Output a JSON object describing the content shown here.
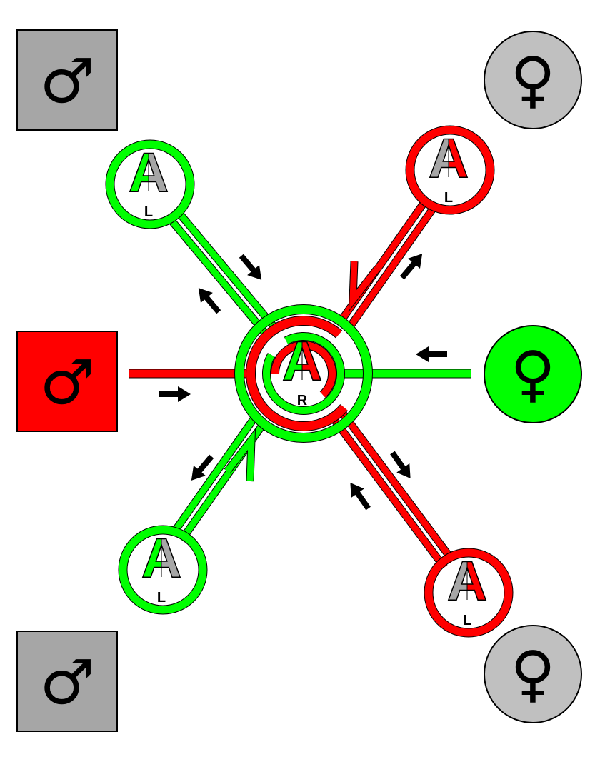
{
  "colors": {
    "green": "#00ff00",
    "red": "#ff0000",
    "gray": "#a6a6a6",
    "light_gray": "#c0c0c0",
    "outline": "#000000"
  },
  "symbols": {
    "male": "♂",
    "female": "♀"
  },
  "nodes": {
    "center": {
      "letter": "A",
      "sub": "R",
      "left_color": "green",
      "right_color": "red"
    },
    "top_left": {
      "letter": "A",
      "sub": "L",
      "left_color": "green",
      "right_color": "gray"
    },
    "top_right": {
      "letter": "A",
      "sub": "L",
      "left_color": "gray",
      "right_color": "red"
    },
    "bottom_left": {
      "letter": "A",
      "sub": "L",
      "left_color": "green",
      "right_color": "gray"
    },
    "bottom_right": {
      "letter": "A",
      "sub": "L",
      "left_color": "gray",
      "right_color": "red"
    }
  },
  "parents": [
    {
      "id": "male-top",
      "symbol": "male",
      "fill": "gray"
    },
    {
      "id": "male-middle",
      "symbol": "male",
      "fill": "red"
    },
    {
      "id": "male-bottom",
      "symbol": "male",
      "fill": "gray"
    },
    {
      "id": "female-top",
      "symbol": "female",
      "fill": "light_gray"
    },
    {
      "id": "female-middle",
      "symbol": "female",
      "fill": "green"
    },
    {
      "id": "female-bottom",
      "symbol": "female",
      "fill": "light_gray"
    }
  ],
  "icons": {
    "arrow": "black-block-arrow",
    "chevron": "v-chevron"
  }
}
